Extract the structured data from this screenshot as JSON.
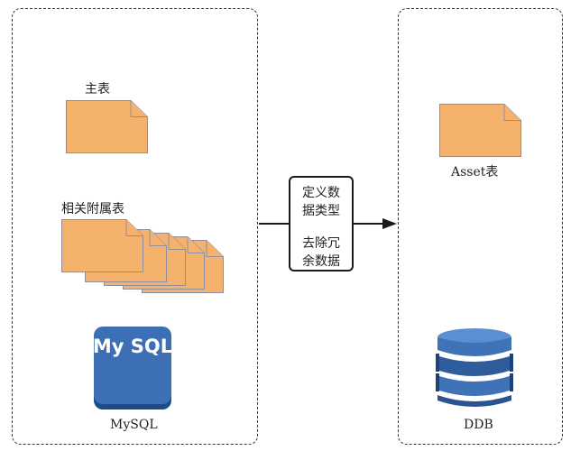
{
  "left_panel": {
    "main_table_label": "主表",
    "related_tables_label": "相关附属表",
    "mysql_logo_text": "My SQL",
    "mysql_caption": "MySQL"
  },
  "process": {
    "line1": "定义数",
    "line2": "据类型",
    "line3": "去除冗",
    "line4": "余数据"
  },
  "right_panel": {
    "asset_table_label": "Asset表",
    "ddb_caption": "DDB"
  },
  "colors": {
    "doc_fill": "#f5b26c",
    "doc_stroke": "#8e8e9e",
    "mysql_blue": "#3d6fb5",
    "ddb_blue": "#3f72b6"
  }
}
